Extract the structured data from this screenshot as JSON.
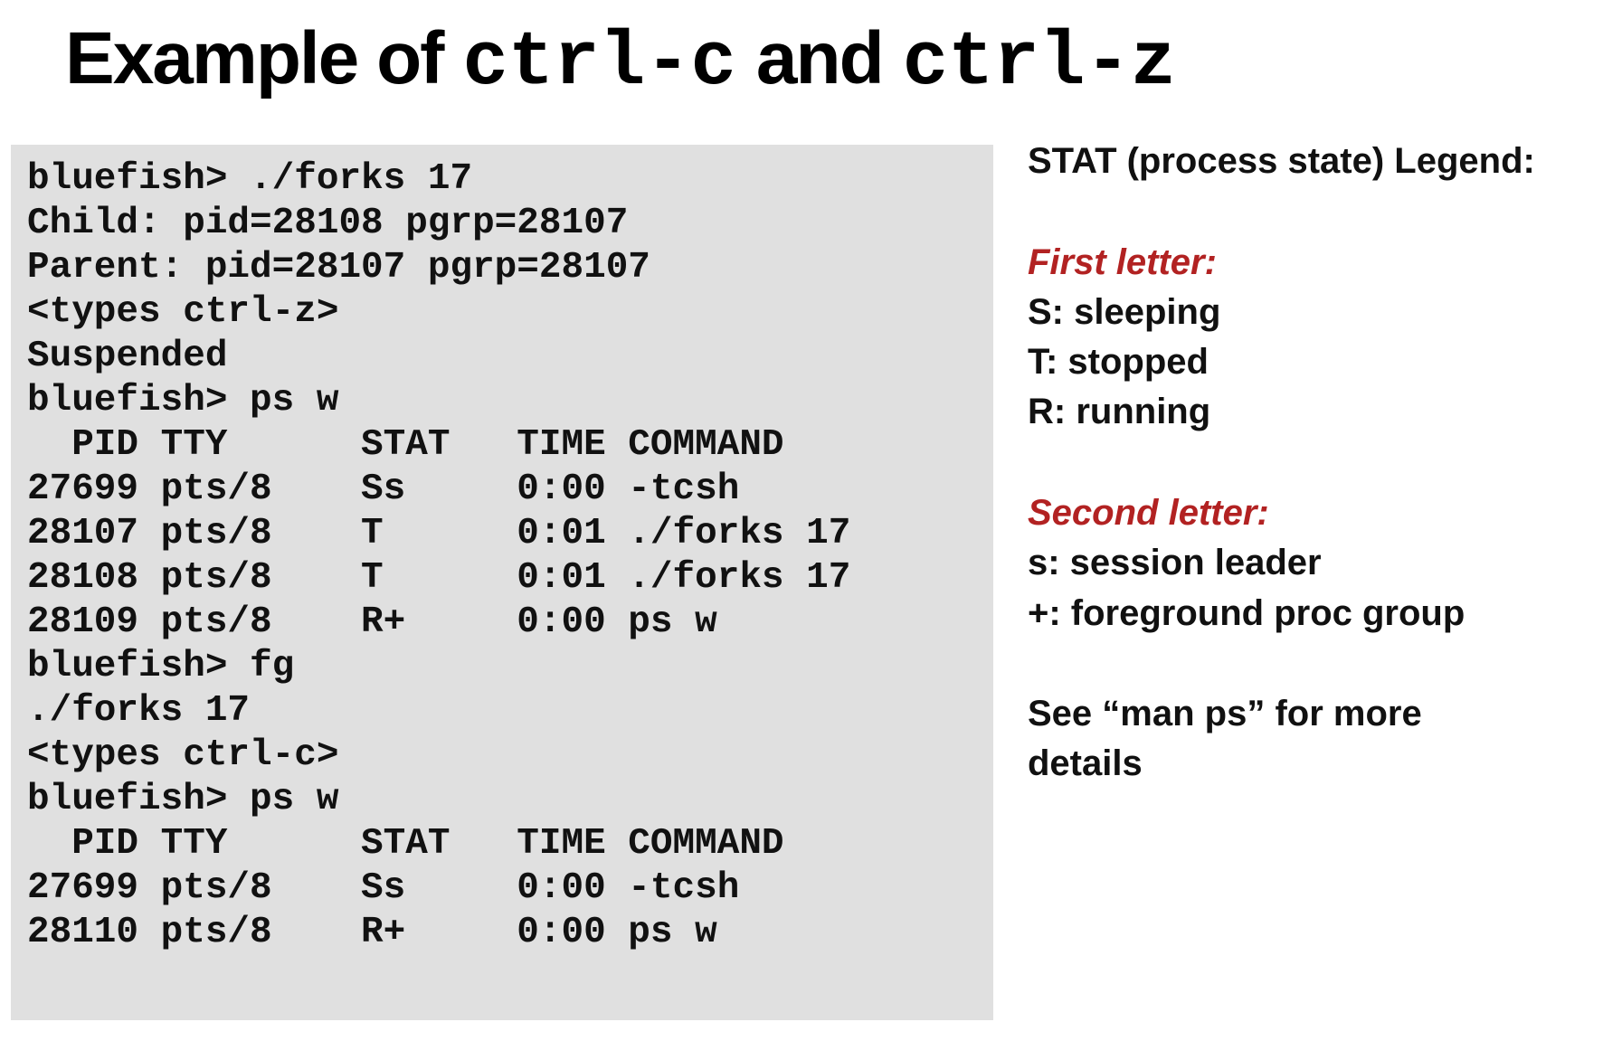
{
  "title": {
    "part1": "Example of",
    "part2": "ctrl-c",
    "part3": "and",
    "part4": "ctrl-z"
  },
  "terminal": {
    "lines": [
      "bluefish> ./forks 17",
      "Child: pid=28108 pgrp=28107",
      "Parent: pid=28107 pgrp=28107",
      "<types ctrl-z>",
      "Suspended",
      "bluefish> ps w",
      "  PID TTY      STAT   TIME COMMAND",
      "27699 pts/8    Ss     0:00 -tcsh",
      "28107 pts/8    T      0:01 ./forks 17",
      "28108 pts/8    T      0:01 ./forks 17",
      "28109 pts/8    R+     0:00 ps w",
      "bluefish> fg",
      "./forks 17",
      "<types ctrl-c>",
      "bluefish> ps w",
      "  PID TTY      STAT   TIME COMMAND",
      "27699 pts/8    Ss     0:00 -tcsh",
      "28110 pts/8    R+     0:00 ps w"
    ]
  },
  "legend": {
    "title": "STAT (process state) Legend:",
    "first_heading": "First letter:",
    "first_items": [
      "S: sleeping",
      "T: stopped",
      "R: running"
    ],
    "second_heading": "Second letter:",
    "second_items": [
      "s: session leader",
      "+: foreground proc group"
    ],
    "note_line1": "See “man ps” for more",
    "note_line2": "details",
    "heading_color": "#b22222"
  }
}
